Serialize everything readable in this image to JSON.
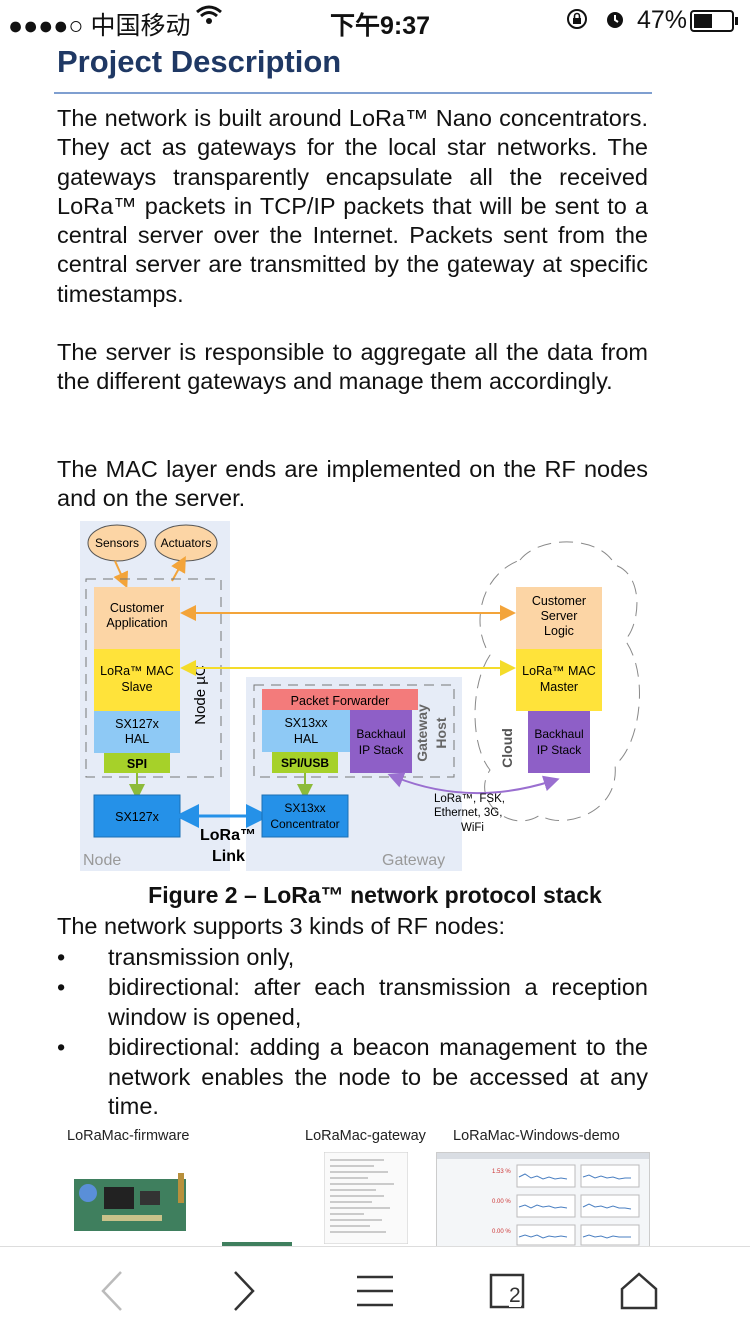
{
  "status_bar": {
    "carrier": "●●●●○ 中国移动",
    "time": "下午9:37",
    "battery": "47%"
  },
  "heading": "Project Description",
  "paragraphs": [
    "The network is built around LoRa™ Nano concentrators. They act as gateways for the local star networks. The gateways transparently encapsulate all the received LoRa™ packets in TCP/IP packets that will be sent to a central server over the Internet. Packets sent from the central server are transmitted by the gateway at specific timestamps.",
    "The server is responsible to aggregate all the data from the different gateways and manage them accordingly.",
    "The MAC layer ends are implemented on the RF nodes and on the server."
  ],
  "diagram": {
    "sensors": "Sensors",
    "actuators": "Actuators",
    "customer_app_1": "Customer",
    "customer_app_2": "Application",
    "lora_mac_slave_1": "LoRa™ MAC",
    "lora_mac_slave_2": "Slave",
    "sx127x_hal_1": "SX127x",
    "sx127x_hal_2": "HAL",
    "spi": "SPI",
    "node_uc": "Node µC",
    "sx127x": "SX127x",
    "lora_link_1": "LoRa™",
    "lora_link_2": "Link",
    "node": "Node",
    "packet_forwarder": "Packet Forwarder",
    "sx13xx_hal_1": "SX13xx",
    "sx13xx_hal_2": "HAL",
    "spi_usb": "SPI/USB",
    "backhaul_gw_1": "Backhaul",
    "backhaul_gw_2": "IP Stack",
    "gateway_host_1": "Gateway",
    "gateway_host_2": "Host",
    "sx13xx_conc_1": "SX13xx",
    "sx13xx_conc_2": "Concentrator",
    "gateway": "Gateway",
    "server_logic_1": "Customer",
    "server_logic_2": "Server",
    "server_logic_3": "Logic",
    "lora_mac_master_1": "LoRa™ MAC",
    "lora_mac_master_2": "Master",
    "backhaul_srv_1": "Backhaul",
    "backhaul_srv_2": "IP Stack",
    "cloud": "Cloud",
    "transport_1": "LoRa™, FSK,",
    "transport_2": "Ethernet, 3G,",
    "transport_3": "WiFi"
  },
  "caption": "Figure 2 – LoRa™ network protocol stack",
  "list_intro": "The network supports 3 kinds of RF nodes:",
  "bullets": [
    "transmission only,",
    "bidirectional: after each transmission a reception window is opened,",
    "bidirectional: adding a beacon management to the network enables the node to be accessed at any time."
  ],
  "bullet_symbol": "•",
  "repo_labels": [
    "LoRaMac-firmware",
    "LoRaMac-gateway",
    "LoRaMac-Windows-demo"
  ],
  "demo_values": [
    "1.53 %",
    "0.00 %",
    "0.00 %"
  ],
  "toolbar": {
    "tabs_count": "2"
  },
  "colors": {
    "heading": "#1f3864",
    "orange_box": "#fcd5a5",
    "yellow_box": "#ffe33a",
    "blue_box": "#8ec9f5",
    "green_box": "#a6d129",
    "purple_box": "#8e5fc7",
    "chip_blue": "#2591e8",
    "red_box": "#f37b7b"
  }
}
